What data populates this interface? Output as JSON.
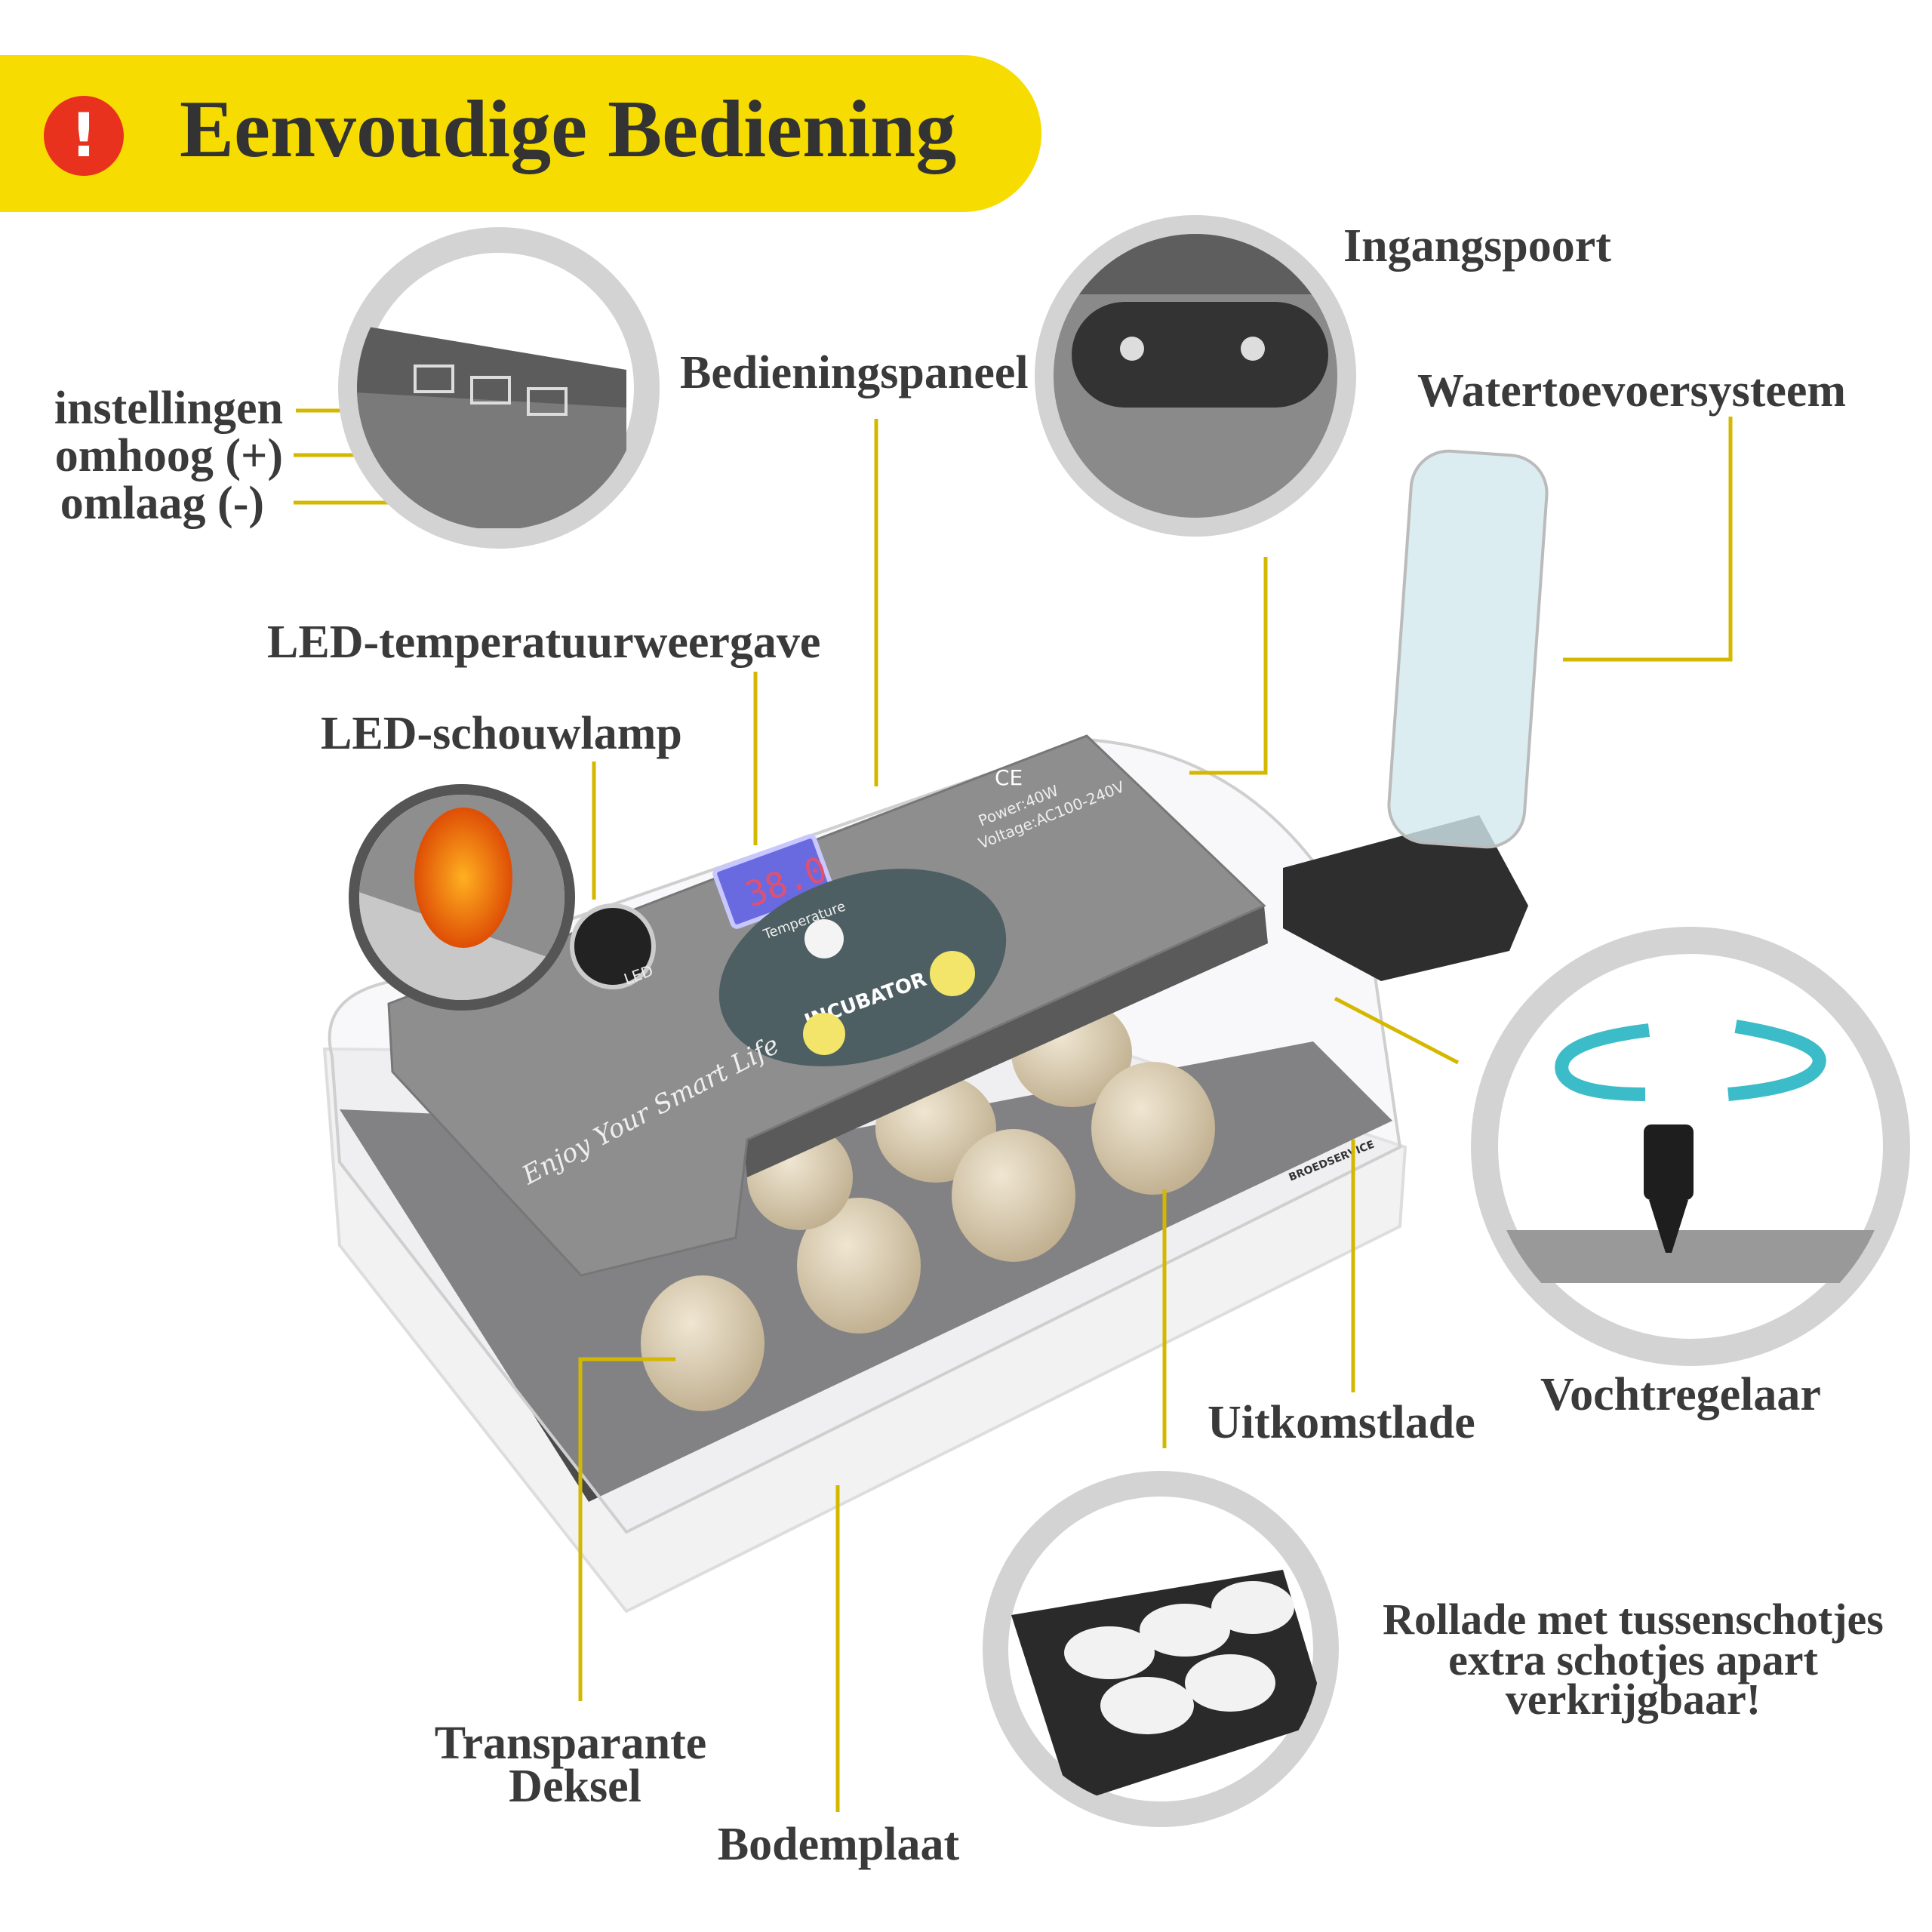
{
  "banner": {
    "title": "Eenvoudige Bediening",
    "icon": "exclamation-icon",
    "color": "#f6dc00",
    "icon_color": "#e8321e"
  },
  "labels": {
    "instellingen": "instellingen",
    "omhoog": "omhoog (+)",
    "omlaag": "omlaag (-)",
    "bedieningspaneel": "Bedieningspaneel",
    "ingangspoort": "Ingangspoort",
    "watertoevoer": "Watertoevoersysteem",
    "led_temp": "LED-temperatuurweergave",
    "led_schouw": "LED-schouwlamp",
    "vochtregelaar": "Vochtregelaar",
    "uitkomstlade": "Uitkomstlade",
    "rollade": [
      "Rollade met tussenschotjes",
      "extra schotjes apart",
      "verkrijgbaar!"
    ],
    "transparante": [
      "Transparante",
      "Deksel"
    ],
    "bodemplaat": "Bodemplaat"
  },
  "device": {
    "display_value": "38.0",
    "display_caption": "Temperature",
    "brand_circle": "INCUBATOR",
    "power": "Power:40W",
    "voltage": "Voltage:AC100-240V",
    "ce_mark": "CE",
    "led_button": "LED",
    "slogan": "Enjoy Your Smart Life",
    "logo": "BROEDSERVICE"
  },
  "colors": {
    "leader": "#d4b800",
    "text": "#3a3a3a",
    "ring": "#d3d3d3"
  }
}
